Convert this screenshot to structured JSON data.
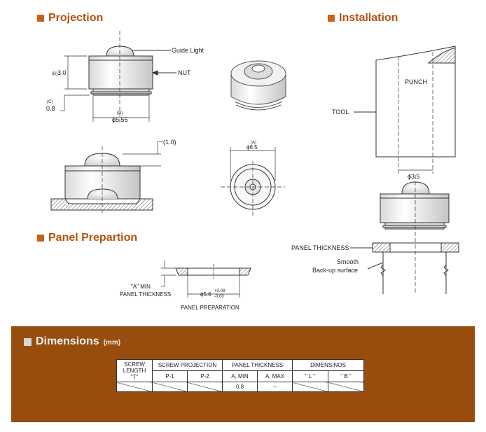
{
  "sections": {
    "projection": "Projection",
    "installation": "Installation",
    "panel_preparation": "Panel Prepartion",
    "dimensions": "Dimensions",
    "dimensions_unit": "(mm)"
  },
  "projection_labels": {
    "guide_light": "Guide Light",
    "nut": "NUT",
    "b_letter": "(B)",
    "b_value": "3.0",
    "c_letter": "(C)",
    "c_value": "0.8",
    "d_letter": "(D)",
    "d_value": "ϕ5.55",
    "projection_value": "(1.0)",
    "a_letter": "(A)",
    "a_value": "ϕ6.5"
  },
  "installation_labels": {
    "punch": "PUNCH",
    "tool": "TOOL",
    "punch_diameter": "ϕ3.5",
    "panel_thickness": "PANEL THICKNESS",
    "smooth": "Smooth",
    "backup_surface": "Back-up surface"
  },
  "panel_labels": {
    "a_min": "\"A\" MIN",
    "panel_thickness": "PANEL THICKNESS",
    "hole": "ϕ5.6",
    "tol_plus": "+0.08",
    "tol_minus": "-0.00",
    "caption": "PANEL PREPARATION"
  },
  "table": {
    "h_screw_line1": "SCREW",
    "h_screw_line2": "LENGTH",
    "h_screw_line3": "\"T\"",
    "h_projection": "SCREW PROJECTION",
    "h_panel": "PANEL THICKNESS",
    "h_dims": "DIMENSINOS",
    "p1": "P-1",
    "p2": "P-2",
    "a_min": "A, MIN",
    "a_max": "A, MAX",
    "l": "\" L \"",
    "b": "\" B \"",
    "val_min": "0.8",
    "val_max": "~"
  },
  "colors": {
    "accent": "#c8621a",
    "panel_bg": "#984d0d"
  }
}
